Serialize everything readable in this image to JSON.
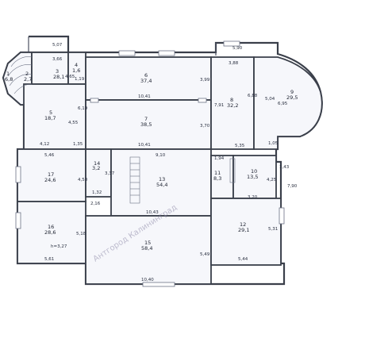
{
  "header_text": "",
  "rooms": [
    {
      "id": "1",
      "area": "6,8"
    },
    {
      "id": "2",
      "area": "2,7"
    },
    {
      "id": "3",
      "area": "28,1"
    },
    {
      "id": "4",
      "area": "1,6"
    },
    {
      "id": "5",
      "area": "18,7"
    },
    {
      "id": "6",
      "area": "37,4"
    },
    {
      "id": "7",
      "area": "38,5"
    },
    {
      "id": "8",
      "area": "32,2"
    },
    {
      "id": "9",
      "area": "29,5"
    },
    {
      "id": "10",
      "area": "13,5"
    },
    {
      "id": "11",
      "area": "8,3"
    },
    {
      "id": "12",
      "area": "29,1"
    },
    {
      "id": "13",
      "area": "54,4"
    },
    {
      "id": "14",
      "area": "3,2"
    },
    {
      "id": "15",
      "area": "58,4"
    },
    {
      "id": "16",
      "area": "28,6"
    },
    {
      "id": "17",
      "area": "24,6"
    }
  ],
  "dims": {
    "d507": "5,07",
    "d366": "3,66",
    "d465": "4,65",
    "d119": "1,19",
    "d619": "6,19",
    "d455": "4,55",
    "d412": "4,12",
    "d135": "1,35",
    "d1041a": "10,41",
    "d1041b": "10,41",
    "d399": "3,99",
    "d370": "3,70",
    "d590": "5,90",
    "d388": "3,88",
    "d791": "7,91",
    "d688": "6,88",
    "d504": "5,04",
    "d695": "6,95",
    "d535": "5,35",
    "d105": "1,05",
    "d546": "5,46",
    "d450": "4,50",
    "d910": "9,10",
    "d194": "1,94",
    "d143": "1,43",
    "d790": "7,90",
    "d425": "4,25",
    "d320": "3,20",
    "d337": "3,37",
    "d132": "1,32",
    "d216": "2,16",
    "d1043": "10,43",
    "d531": "5,31",
    "d327": "h=3,27",
    "d518": "5,18",
    "d561": "5,61",
    "d549": "5,49",
    "d544": "5,44",
    "d1040": "10,40"
  },
  "watermark": "Антгород Калининград"
}
